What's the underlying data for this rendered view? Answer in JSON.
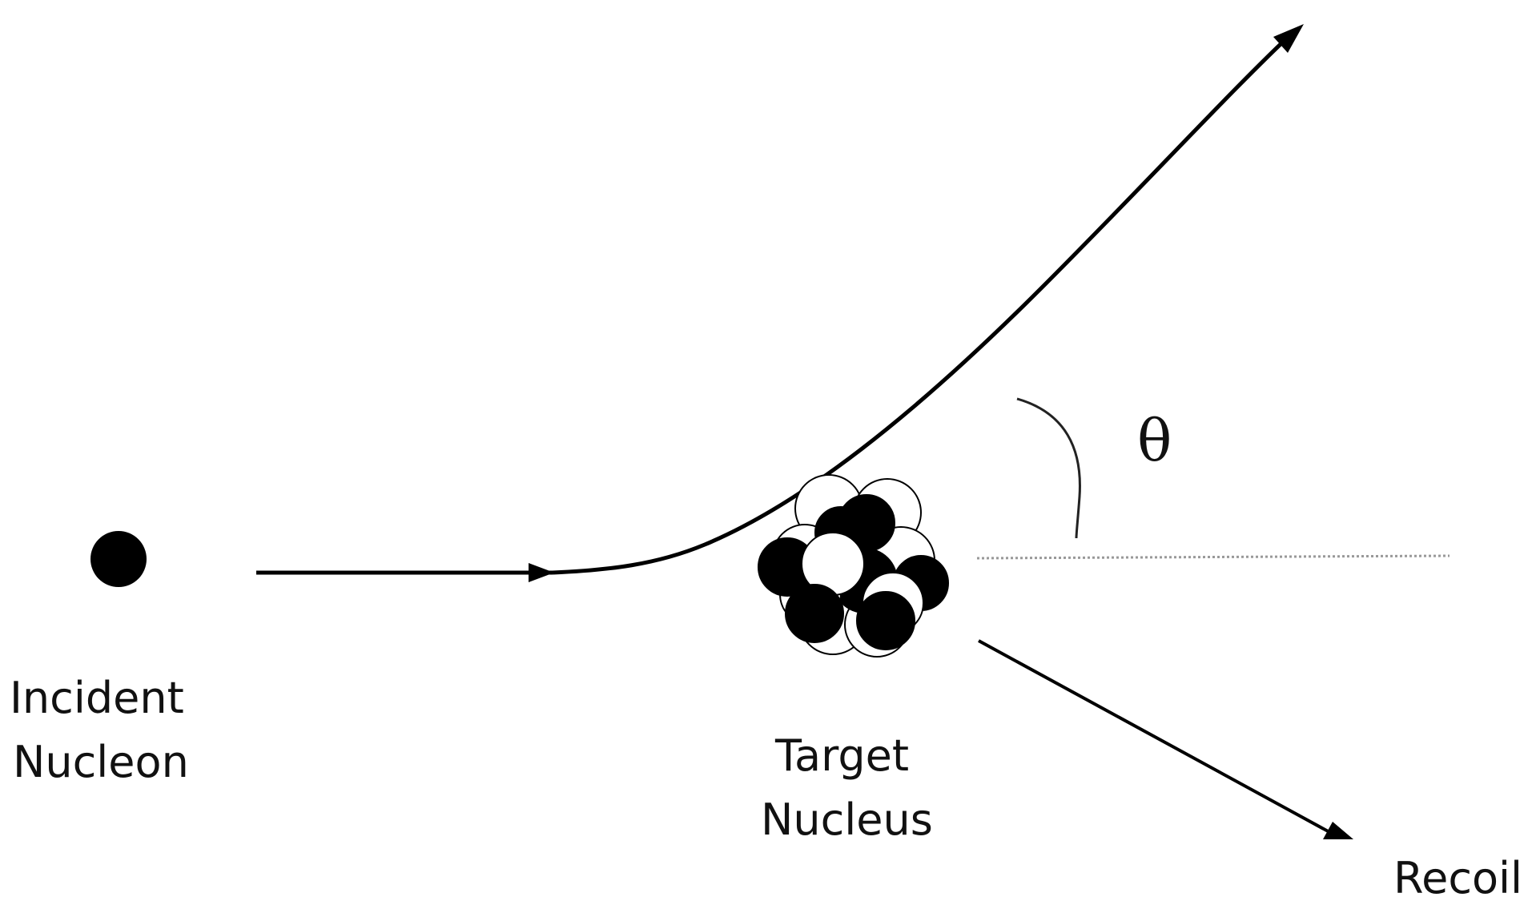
{
  "labels": {
    "incident_line1": "Incident",
    "incident_line2": "Nucleon",
    "target_line1": "Target",
    "target_line2": "Nucleus",
    "recoil": "Recoil",
    "angle": "θ"
  },
  "colors": {
    "ink": "#000000",
    "background": "#ffffff",
    "baseline": "#999999"
  }
}
